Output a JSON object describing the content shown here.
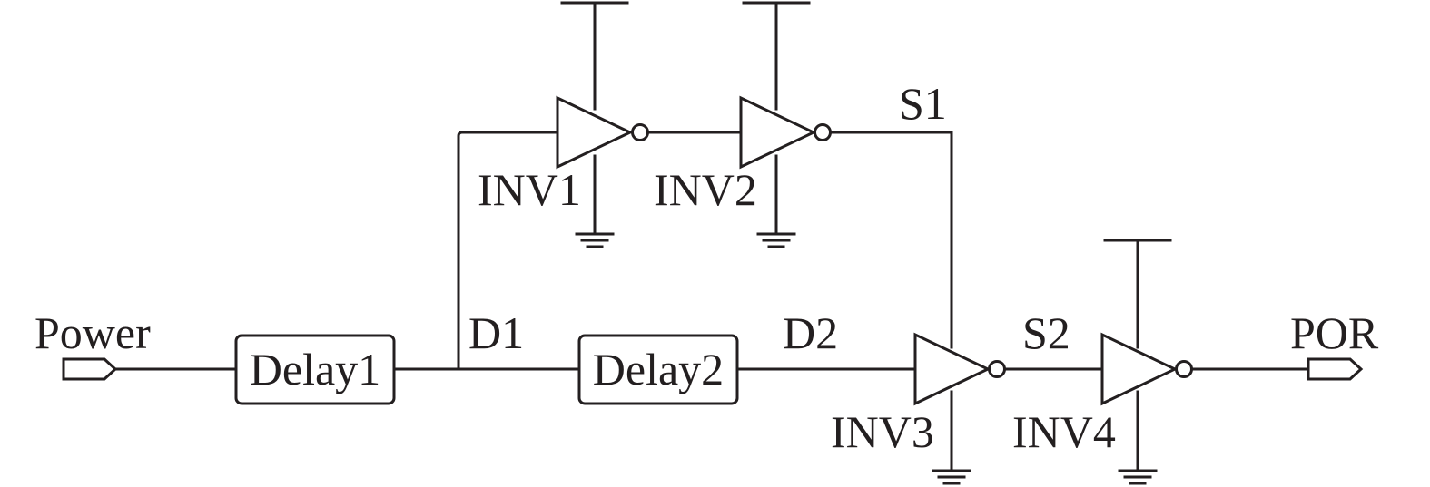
{
  "colors": {
    "ink": "#231f20",
    "background": "#ffffff"
  },
  "ports": {
    "input": "Power",
    "output": "POR"
  },
  "blocks": {
    "delay1": "Delay1",
    "delay2": "Delay2"
  },
  "gates": {
    "inv1": "INV1",
    "inv2": "INV2",
    "inv3": "INV3",
    "inv4": "INV4"
  },
  "nets": {
    "d1": "D1",
    "d2": "D2",
    "s1": "S1",
    "s2": "S2"
  },
  "symbols": {
    "gate": "inverter",
    "supply": "vdd-rail",
    "ground": "ground-icon",
    "port": "port-pentagon"
  }
}
